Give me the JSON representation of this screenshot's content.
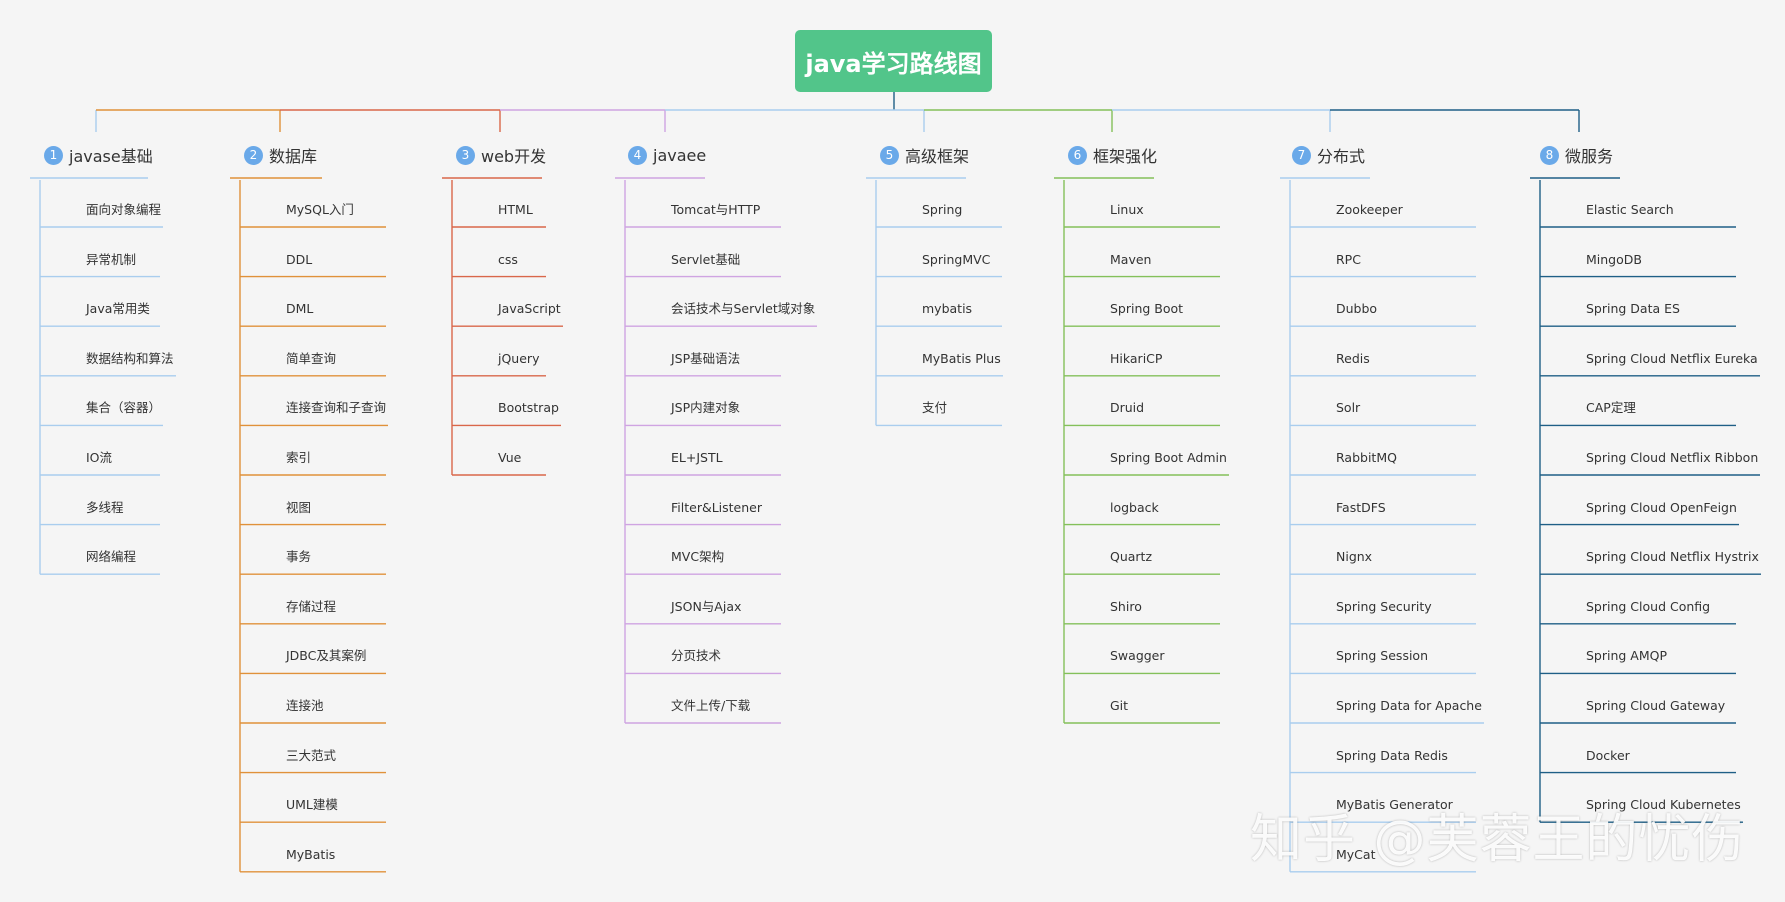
{
  "root": {
    "title": "java学习路线图",
    "color": "#52c58a"
  },
  "branches": [
    {
      "num": "1",
      "title": "javase基础",
      "color": "#a9cdee",
      "items": [
        "面向对象编程",
        "异常机制",
        "Java常用类",
        "数据结构和算法",
        "集合（容器）",
        "IO流",
        "多线程",
        "网络编程"
      ]
    },
    {
      "num": "2",
      "title": "数据库",
      "color": "#e0913a",
      "items": [
        "MySQL入门",
        "DDL",
        "DML",
        "简单查询",
        "连接查询和子查询",
        "索引",
        "视图",
        "事务",
        "存储过程",
        "JDBC及其案例",
        "连接池",
        "三大范式",
        "UML建模",
        "MyBatis"
      ]
    },
    {
      "num": "3",
      "title": "web开发",
      "color": "#d9674a",
      "items": [
        "HTML",
        "css",
        "JavaScript",
        "jQuery",
        "Bootstrap",
        "Vue"
      ]
    },
    {
      "num": "4",
      "title": "javaee",
      "color": "#cfa4e2",
      "items": [
        "Tomcat与HTTP",
        "Servlet基础",
        "会话技术与Servlet域对象",
        "JSP基础语法",
        "JSP内建对象",
        "EL+JSTL",
        "Filter&Listener",
        "MVC架构",
        "JSON与Ajax",
        "分页技术",
        "文件上传/下载"
      ]
    },
    {
      "num": "5",
      "title": "高级框架",
      "color": "#a9cdee",
      "items": [
        "Spring",
        "SpringMVC",
        "mybatis",
        "MyBatis Plus",
        "支付"
      ]
    },
    {
      "num": "6",
      "title": "框架强化",
      "color": "#84c05a",
      "items": [
        "Linux",
        "Maven",
        "Spring Boot",
        "HikariCP",
        "Druid",
        "Spring Boot Admin",
        "logback",
        "Quartz",
        "Shiro",
        "Swagger",
        "Git"
      ]
    },
    {
      "num": "7",
      "title": "分布式",
      "color": "#a9cdee",
      "items": [
        "Zookeeper",
        "RPC",
        "Dubbo",
        "Redis",
        "Solr",
        "RabbitMQ",
        "FastDFS",
        "Nignx",
        "Spring  Security",
        "Spring  Session",
        "Spring Data for Apache",
        "Spring Data Redis",
        "MyBatis Generator",
        "MyCat"
      ]
    },
    {
      "num": "8",
      "title": "微服务",
      "color": "#1f5f86",
      "items": [
        "Elastic Search",
        "MingoDB",
        "Spring Data ES",
        "Spring Cloud Netflix Eureka",
        "CAP定理",
        "Spring Cloud Netflix Ribbon",
        "Spring Cloud OpenFeign",
        "Spring Cloud Netflix Hystrix",
        "Spring Cloud Config",
        "Spring AMQP",
        "Spring Cloud Gateway",
        "Docker",
        "Spring Cloud Kubernetes"
      ]
    }
  ],
  "watermark": "知乎 @芙蓉王的忧伤"
}
